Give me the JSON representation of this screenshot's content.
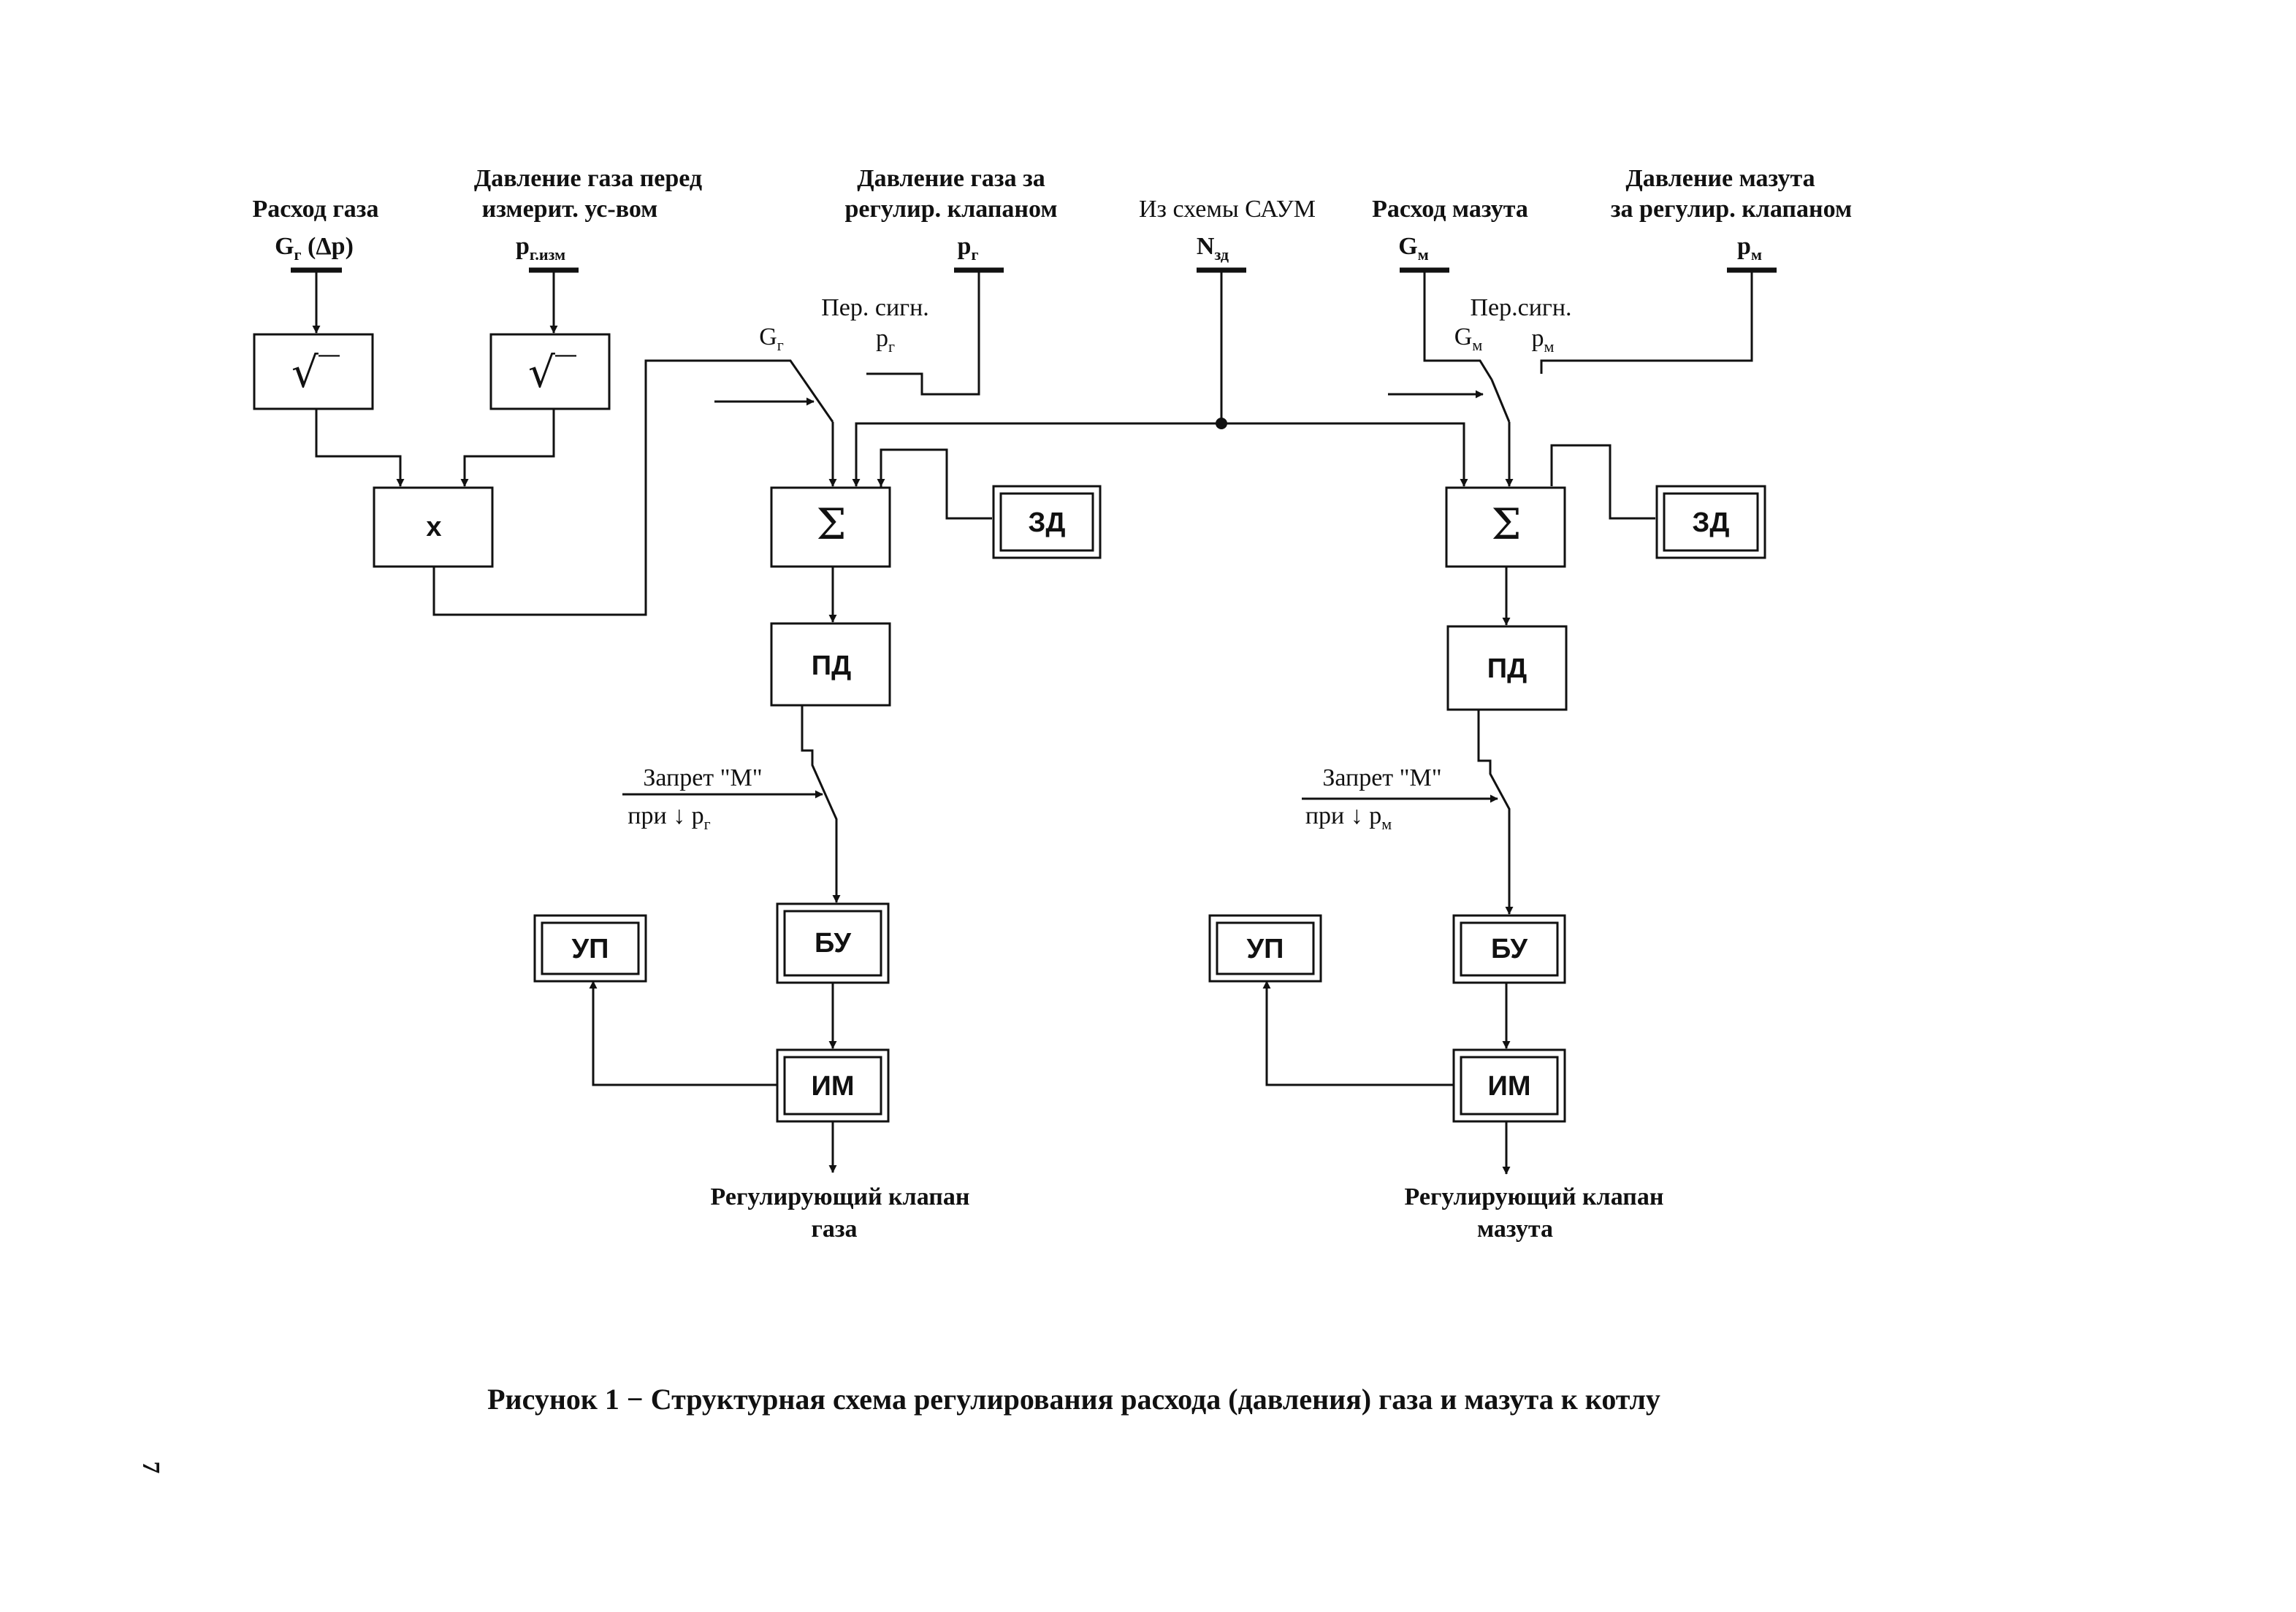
{
  "inputs": {
    "gas_flow": {
      "line1": "Расход газа",
      "sym": "G",
      "sub": "г",
      "suffix": " (Δp)"
    },
    "gas_pressure_meter": {
      "line1": "Давление газа перед",
      "line2": "измерит. ус-вом",
      "sym": "p",
      "sub": "г.изм"
    },
    "gas_pressure_valve": {
      "line1": "Давление газа за",
      "line2": "регулир. клапаном",
      "sym": "p",
      "sub": "г"
    },
    "saum": {
      "line1": "Из схемы САУМ",
      "sym": "N",
      "sub": "зд"
    },
    "oil_flow": {
      "line1": "Расход мазута",
      "sym": "G",
      "sub": "м"
    },
    "oil_pressure_valve": {
      "line1": "Давление мазута",
      "line2": "за регулир. клапаном",
      "sym": "p",
      "sub": "м"
    }
  },
  "gas": {
    "switch_title": "Пер. сигн.",
    "switch_g": {
      "sym": "G",
      "sub": "г"
    },
    "switch_p": {
      "sym": "p",
      "sub": "г"
    },
    "interlock_line1": "Запрет \"М\"",
    "interlock_line2": "при ↓ ",
    "interlock_p": {
      "sym": "p",
      "sub": "г"
    },
    "output_line1": "Регулирующий клапан",
    "output_line2": "газа"
  },
  "oil": {
    "switch_title": "Пер.сигн.",
    "switch_g": {
      "sym": "G",
      "sub": "м"
    },
    "switch_p": {
      "sym": "p",
      "sub": "м"
    },
    "interlock_line1": "Запрет \"М\"",
    "interlock_line2": "при ↓ ",
    "interlock_p": {
      "sym": "p",
      "sub": "м"
    },
    "output_line1": "Регулирующий клапан",
    "output_line2": "мазута"
  },
  "blocks": {
    "sqrt": "√‾",
    "mult": "x",
    "sum": "Σ",
    "setpoint": "ЗД",
    "pd": "ПД",
    "bu": "БУ",
    "im": "ИМ",
    "up": "УП"
  },
  "caption": "Рисунок 1 − Структурная схема регулирования расхода (давления) газа и мазута к котлу",
  "page_number": "7"
}
